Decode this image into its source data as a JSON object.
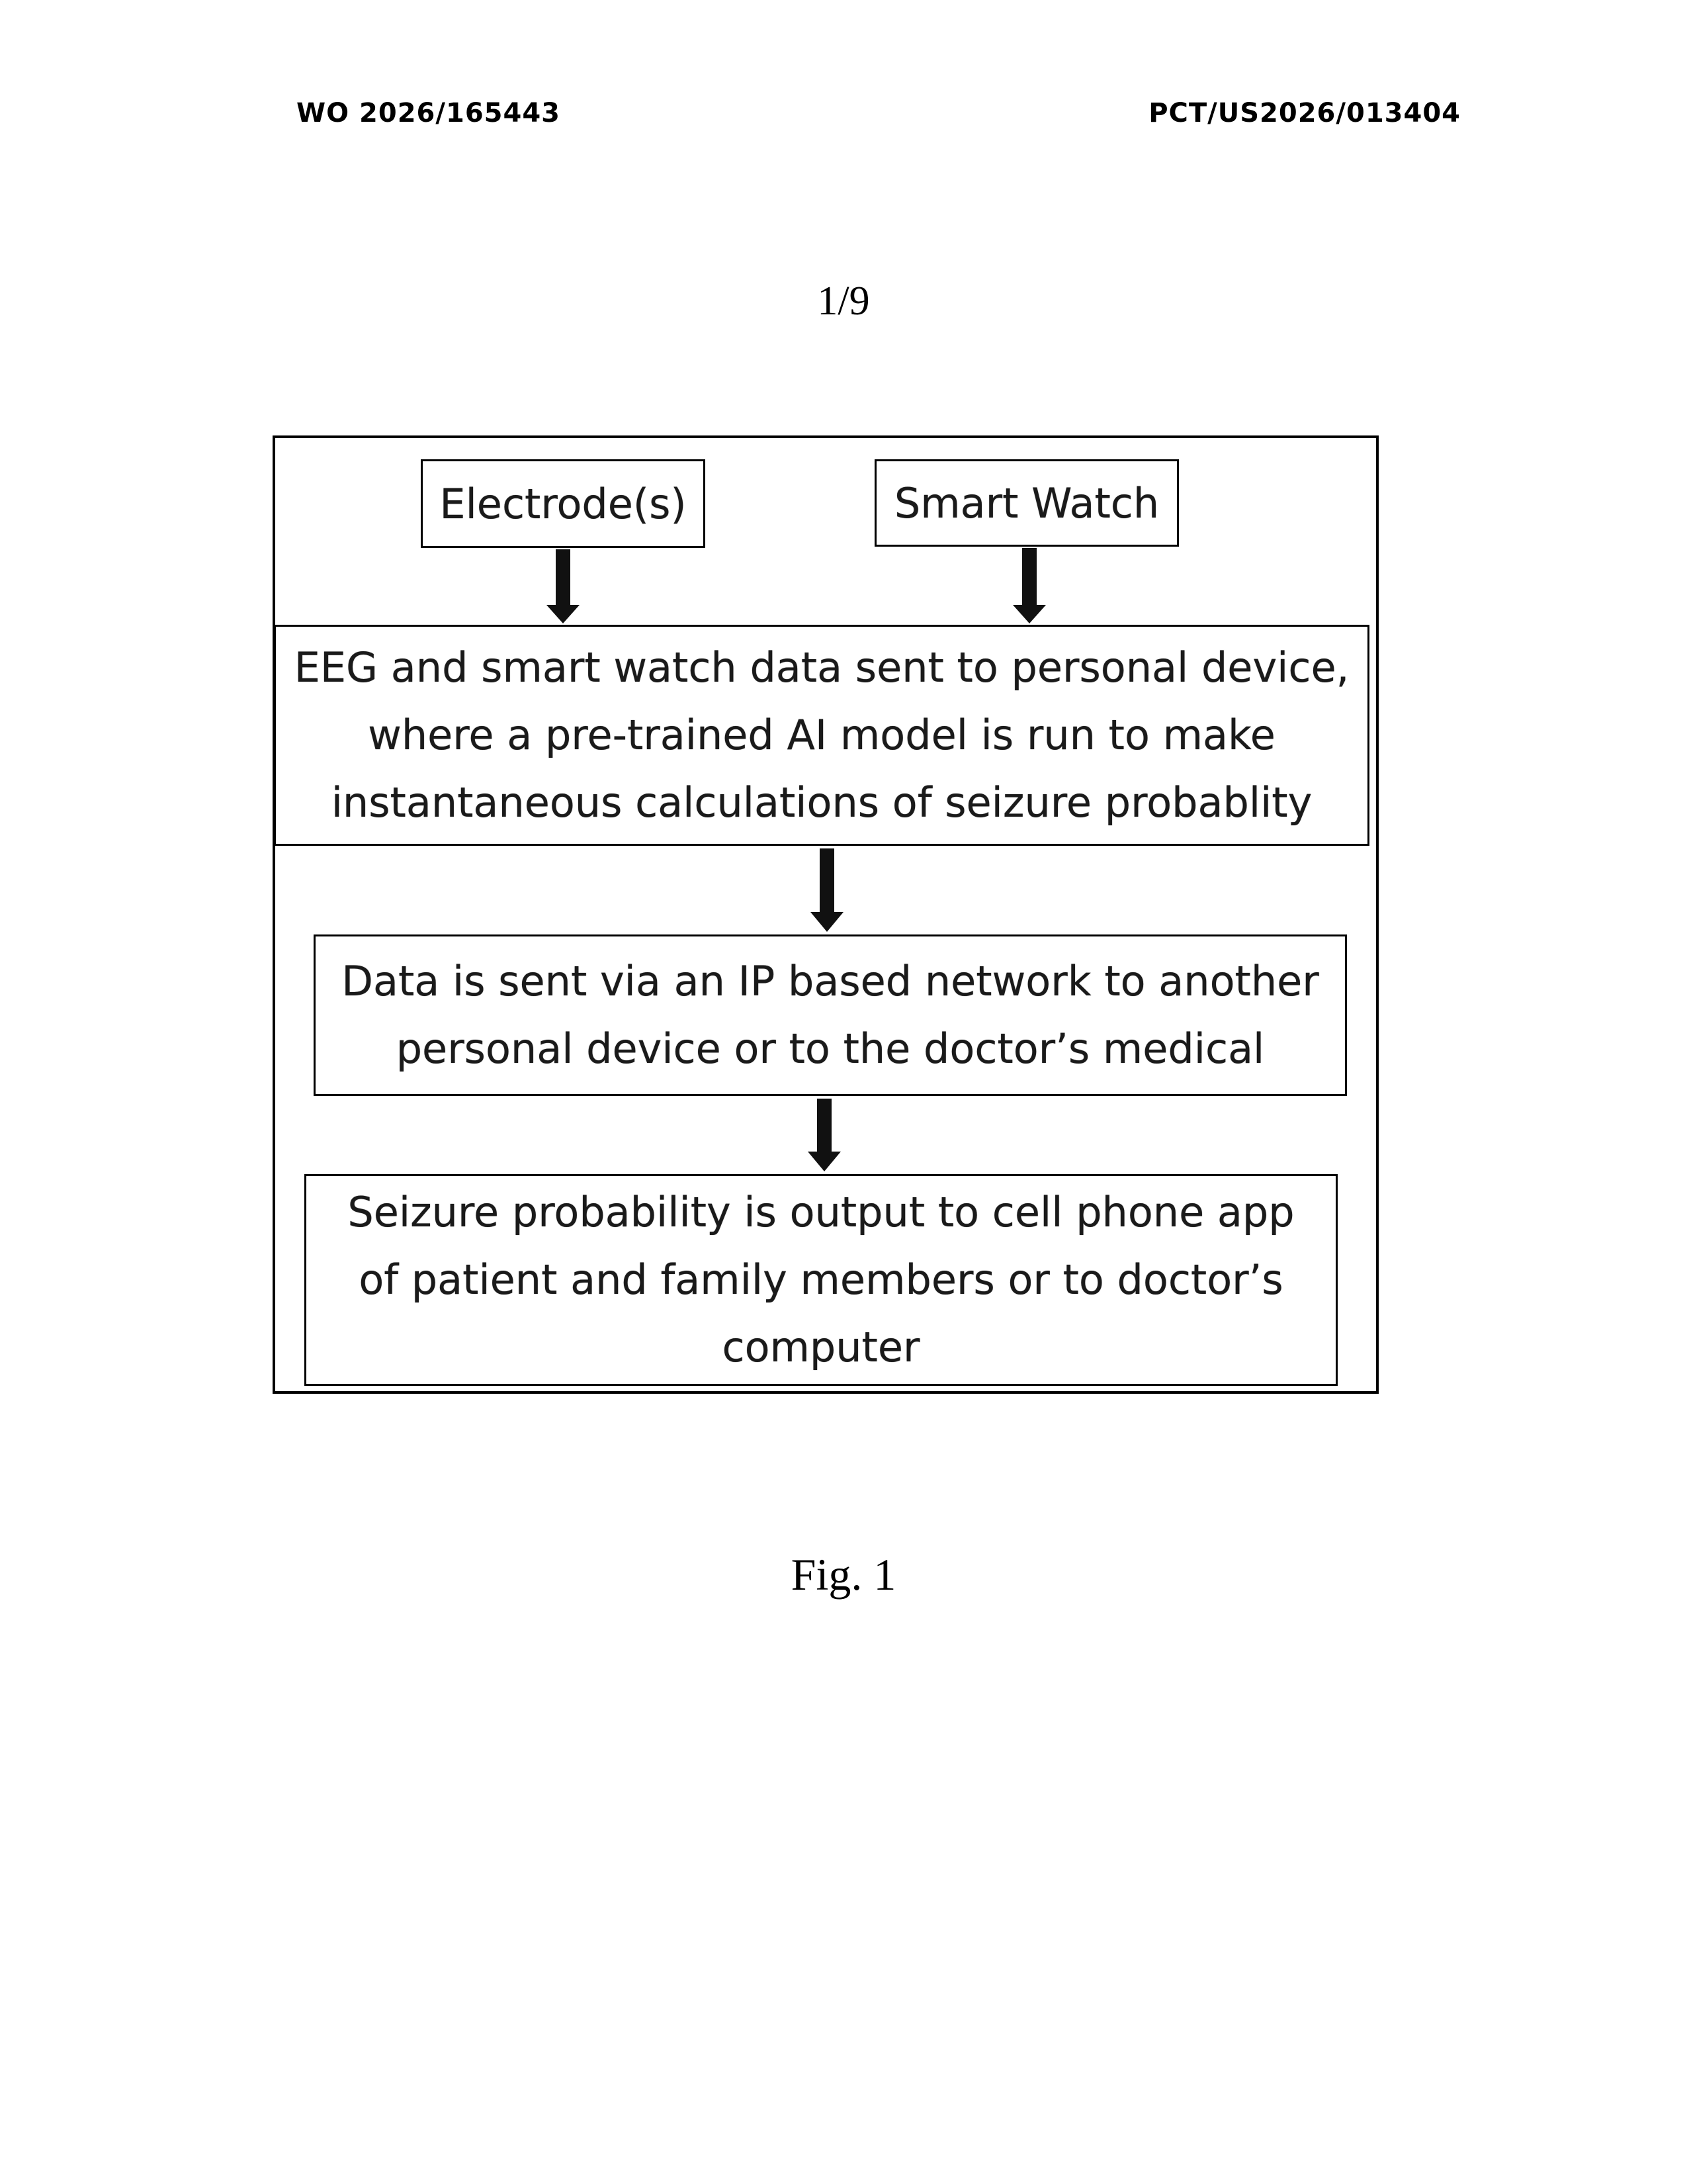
{
  "header": {
    "publication_number": "WO 2026/165443",
    "application_number": "PCT/US2026/013404"
  },
  "sheet_number": "1/9",
  "diagram": {
    "electrodes_label": "Electrode(s)",
    "smart_watch_label": "Smart Watch",
    "eeg_lines": [
      "EEG and smart watch data sent to personal device,",
      "where a pre-trained AI model is run to make",
      "instantaneous calculations of seizure probablity"
    ],
    "network_lines": [
      "Data is sent via an IP based network to another",
      "personal device or to the doctor’s medical"
    ],
    "output_lines": [
      "Seizure probability is output to cell phone app",
      "of patient and family members or to doctor’s",
      "computer"
    ]
  },
  "figure_caption": "Fig. 1"
}
